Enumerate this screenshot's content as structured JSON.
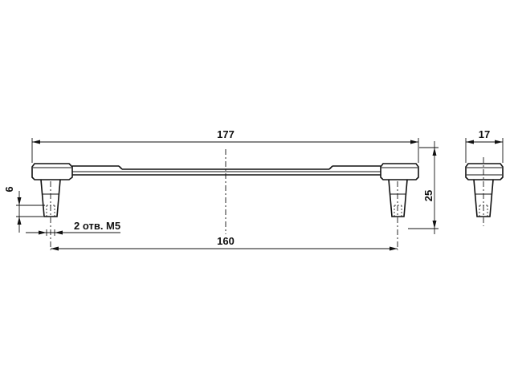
{
  "drawing": {
    "overall_length": "177",
    "hole_spacing": "160",
    "height": "25",
    "leg_offset": "6",
    "side_width": "17",
    "holes_note": "2 отв. М5"
  }
}
